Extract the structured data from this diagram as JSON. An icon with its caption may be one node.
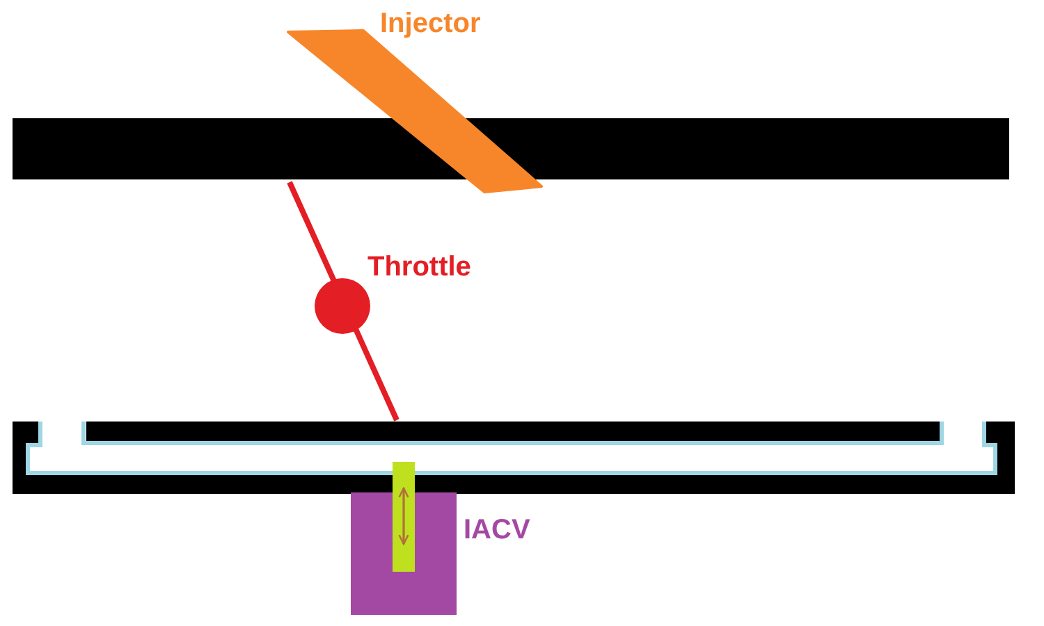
{
  "diagram": {
    "labels": [
      "Injector",
      "Throttle",
      "IACV"
    ]
  }
}
